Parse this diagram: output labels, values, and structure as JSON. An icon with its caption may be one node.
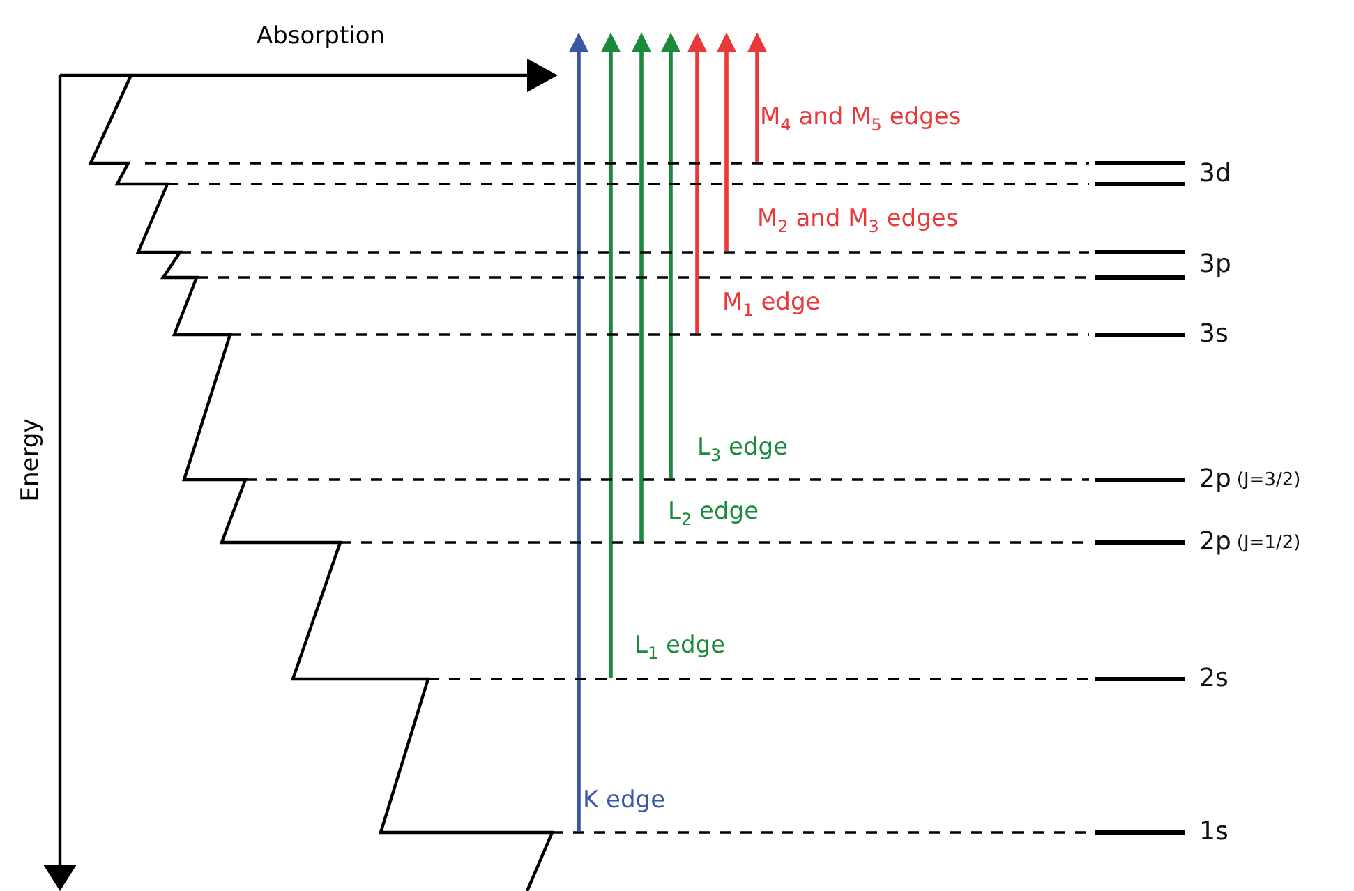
{
  "diagram": {
    "nodes": [
      {
        "text": [],
        "shape": "bar",
        "beside": [
          "3d"
        ]
      },
      {
        "text": [],
        "shape": "bar"
      },
      {
        "text": [],
        "shape": "bar",
        "beside": [
          "3p"
        ]
      },
      {
        "text": [],
        "shape": "bar"
      },
      {
        "text": [],
        "shape": "bar",
        "beside": [
          "3s"
        ]
      },
      {
        "text": [],
        "shape": "bar",
        "beside": [
          "2p",
          "(J=3/2)"
        ]
      },
      {
        "text": [],
        "shape": "bar",
        "beside": [
          "2p",
          "(J=1/2)"
        ]
      },
      {
        "text": [],
        "shape": "bar",
        "beside": [
          "2s"
        ]
      },
      {
        "text": [],
        "shape": "bar",
        "beside": [
          "1s"
        ]
      }
    ],
    "edges": [
      {
        "from": 8,
        "to": null,
        "arrow": "to",
        "label": "K edge",
        "color": "#3b56a6"
      },
      {
        "from": 7,
        "to": null,
        "arrow": "to",
        "label": "L$_{1}$ edge",
        "color": "#1c8a3c"
      },
      {
        "from": 6,
        "to": null,
        "arrow": "to",
        "label": "L$_{2}$ edge",
        "color": "#1c8a3c"
      },
      {
        "from": 5,
        "to": null,
        "arrow": "to",
        "label": "L$_{3}$ edge",
        "color": "#1c8a3c"
      },
      {
        "from": 4,
        "to": null,
        "arrow": "to",
        "label": "M$_{1}$ edge",
        "color": "#e8383a"
      },
      {
        "from": 2,
        "to": null,
        "arrow": "to",
        "label": "M$_{2}$ and M$_{3}$ edges",
        "color": "#e8383a"
      },
      {
        "from": 0,
        "to": null,
        "arrow": "to",
        "label": "M$_{4}$ and M$_{5}$ edges",
        "color": "#e8383a"
      }
    ],
    "labels": [
      "Absorption",
      "Energy"
    ]
  }
}
